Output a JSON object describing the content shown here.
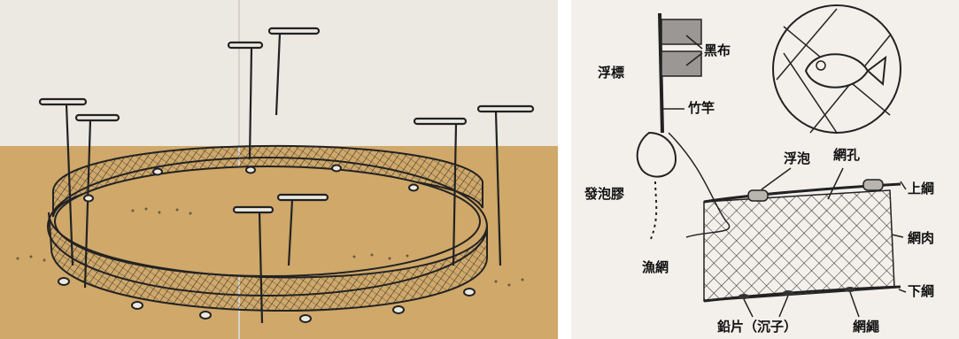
{
  "labels": {
    "float_marker": "浮標",
    "black_cloth": "黑布",
    "bamboo_pole": "竹竿",
    "foam": "發泡膠",
    "float": "浮泡",
    "mesh": "網孔",
    "top_rope": "上綱",
    "net_body": "網肉",
    "bottom_rope": "下綱",
    "fishing_net": "漁網",
    "lead_sinker": "鉛片（沉子）",
    "net_rope": "網繩"
  }
}
